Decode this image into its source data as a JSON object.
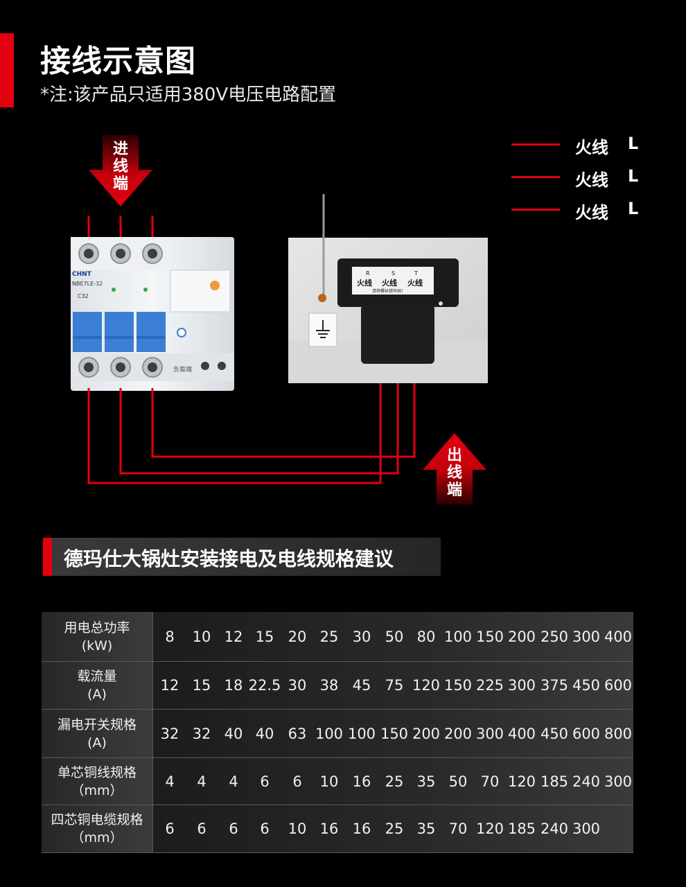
{
  "header": {
    "title": "接线示意图",
    "note": "*注:该产品只适用380V电压电路配置"
  },
  "legend": [
    {
      "label": "火线",
      "letter": "L"
    },
    {
      "label": "火线",
      "letter": "L"
    },
    {
      "label": "火线",
      "letter": "L"
    }
  ],
  "diagram": {
    "inlet_label": [
      "进",
      "线",
      "端"
    ],
    "outlet_label": [
      "出",
      "线",
      "端"
    ],
    "breaker_brand": "CHNT",
    "breaker_model": "NBE7LE-32",
    "breaker_rating": "C32",
    "breaker_load_text": "负载端",
    "terminal_letters": [
      "R",
      "S",
      "T"
    ],
    "terminal_labels": [
      "火线",
      "火线",
      "火线"
    ],
    "terminal_note": "请将螺丝锁牢固！",
    "accent_color": "#e3000f"
  },
  "section": {
    "title": "德玛仕大锅灶安装接电及电线规格建议"
  },
  "table": {
    "rows": [
      {
        "label": "用电总功率",
        "unit": "(kW)",
        "values": [
          "8",
          "10",
          "12",
          "15",
          "20",
          "25",
          "30",
          "50",
          "80",
          "100",
          "150",
          "200",
          "250",
          "300",
          "400"
        ]
      },
      {
        "label": "载流量",
        "unit": "(A)",
        "values": [
          "12",
          "15",
          "18",
          "22.5",
          "30",
          "38",
          "45",
          "75",
          "120",
          "150",
          "225",
          "300",
          "375",
          "450",
          "600"
        ]
      },
      {
        "label": "漏电开关规格",
        "unit": "(A)",
        "values": [
          "32",
          "32",
          "40",
          "40",
          "63",
          "100",
          "100",
          "150",
          "200",
          "200",
          "300",
          "400",
          "450",
          "600",
          "800"
        ]
      },
      {
        "label": "单芯铜线规格",
        "unit": "（mm）",
        "values": [
          "4",
          "4",
          "4",
          "6",
          "6",
          "10",
          "16",
          "25",
          "35",
          "50",
          "70",
          "120",
          "185",
          "240",
          "300"
        ]
      },
      {
        "label": "四芯铜电缆规格",
        "unit": "（mm）",
        "values": [
          "6",
          "6",
          "6",
          "6",
          "10",
          "16",
          "16",
          "25",
          "35",
          "70",
          "120",
          "185",
          "240",
          "300",
          ""
        ]
      }
    ]
  }
}
